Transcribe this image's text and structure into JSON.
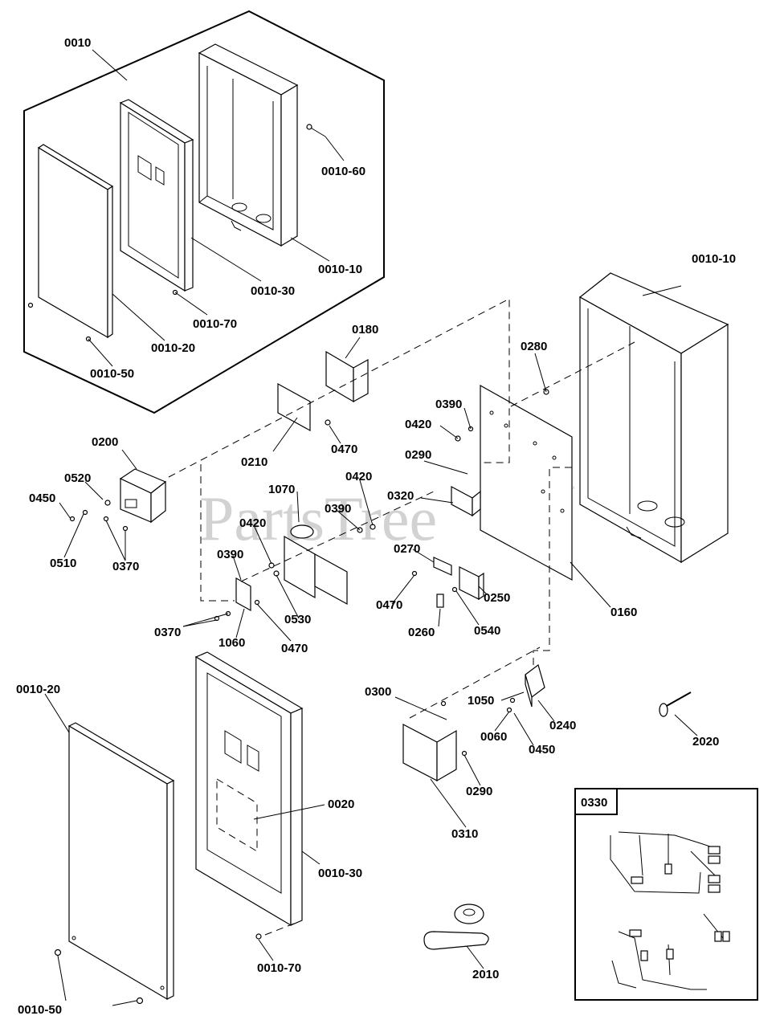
{
  "watermark": {
    "text": "PartsTree",
    "mark": "™"
  },
  "callouts": {
    "c0010": "0010",
    "c0010_60": "0010-60",
    "c0010_10_top": "0010-10",
    "c0010_30_top": "0010-30",
    "c0010_70_top": "0010-70",
    "c0010_20_top": "0010-20",
    "c0010_50_top": "0010-50",
    "c0010_10_right": "0010-10",
    "c0180": "0180",
    "c0280": "0280",
    "c0390_a": "0390",
    "c0420_a": "0420",
    "c0290_a": "0290",
    "c0210": "0210",
    "c0470_a": "0470",
    "c0200": "0200",
    "c0520": "0520",
    "c0450_a": "0450",
    "c0510": "0510",
    "c0370_a": "0370",
    "c1070": "1070",
    "c0420_b": "0420",
    "c0390_b": "0390",
    "c0320": "0320",
    "c0420_c": "0420",
    "c0270": "0270",
    "c0390_c": "0390",
    "c0470_b": "0470",
    "c0250": "0250",
    "c0370_b": "0370",
    "c1060": "1060",
    "c0530": "0530",
    "c0470_c": "0470",
    "c0260": "0260",
    "c0540": "0540",
    "c0160": "0160",
    "c0300": "0300",
    "c1050": "1050",
    "c0060": "0060",
    "c0240": "0240",
    "c0450_b": "0450",
    "c2020": "2020",
    "c0290_b": "0290",
    "c0310": "0310",
    "c0010_20_bottom": "0010-20",
    "c0020": "0020",
    "c0010_30_bottom": "0010-30",
    "c0010_70_bottom": "0010-70",
    "c0010_50_bottom": "0010-50",
    "c2010": "2010",
    "c0330": "0330"
  }
}
